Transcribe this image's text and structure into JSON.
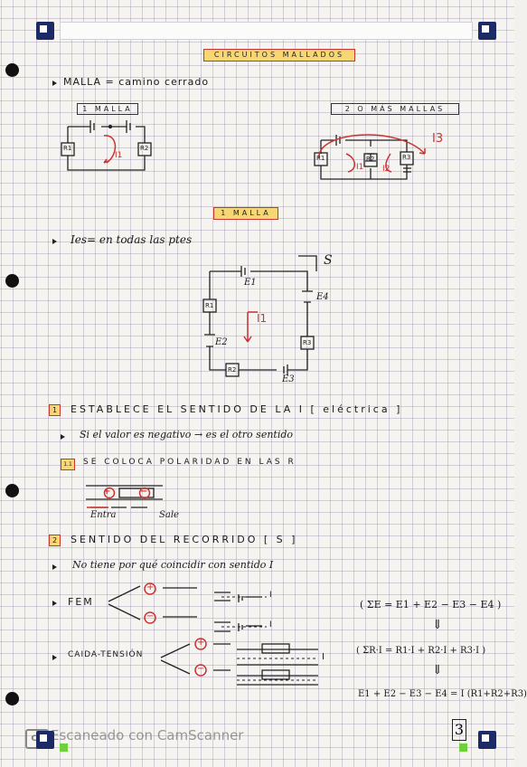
{
  "header": {
    "title": "CIRCUITOS MALLADOS"
  },
  "intro": {
    "malla_def": "MALLA = camino cerrado",
    "one_mesh_label": "1 MALLA",
    "two_mesh_label": "2 O MÁS MALLAS",
    "r1": "R1",
    "r2": "R2",
    "r3": "R3",
    "i1": "I1",
    "i2": "I2",
    "i3": "I3"
  },
  "section_one": {
    "title": "1 MALLA",
    "note": "Ies= en todas las ptes",
    "e1": "E1",
    "e2": "E2",
    "e3": "E3",
    "e4": "E4",
    "s": "S",
    "i1": "I1",
    "r1": "R1",
    "r2": "R2",
    "r3": "R3"
  },
  "step1": {
    "num": "1",
    "title": "ESTABLECE EL SENTIDO DE LA I [ eléctrica ]",
    "bullet": "Si el valor es negativo → es el otro sentido",
    "sub_num": "1.1",
    "sub_title": "SE COLOCA POLARIDAD EN LAS R",
    "entra": "Entra",
    "sale": "Sale"
  },
  "step2": {
    "num": "2",
    "title": "SENTIDO DEL RECORRIDO [ S ]",
    "bullet": "No tiene por qué coincidir con sentido I",
    "fem": "FEM",
    "caida": "CAIDA-TENSIÓN",
    "plus": "+",
    "minus": "−",
    "i": "I"
  },
  "equations": {
    "eq1": "( ΣE = E1 + E2 − E3 − E4 )",
    "eq2": "( ΣR·I = R1·I + R2·I + R3·I )",
    "eq3": "E1 + E2 − E3 − E4 = I (R1+R2+R3)",
    "implies": "⇓"
  },
  "footer": {
    "scanner": "Escaneado con CamScanner",
    "logo": "CS",
    "page": "3"
  }
}
